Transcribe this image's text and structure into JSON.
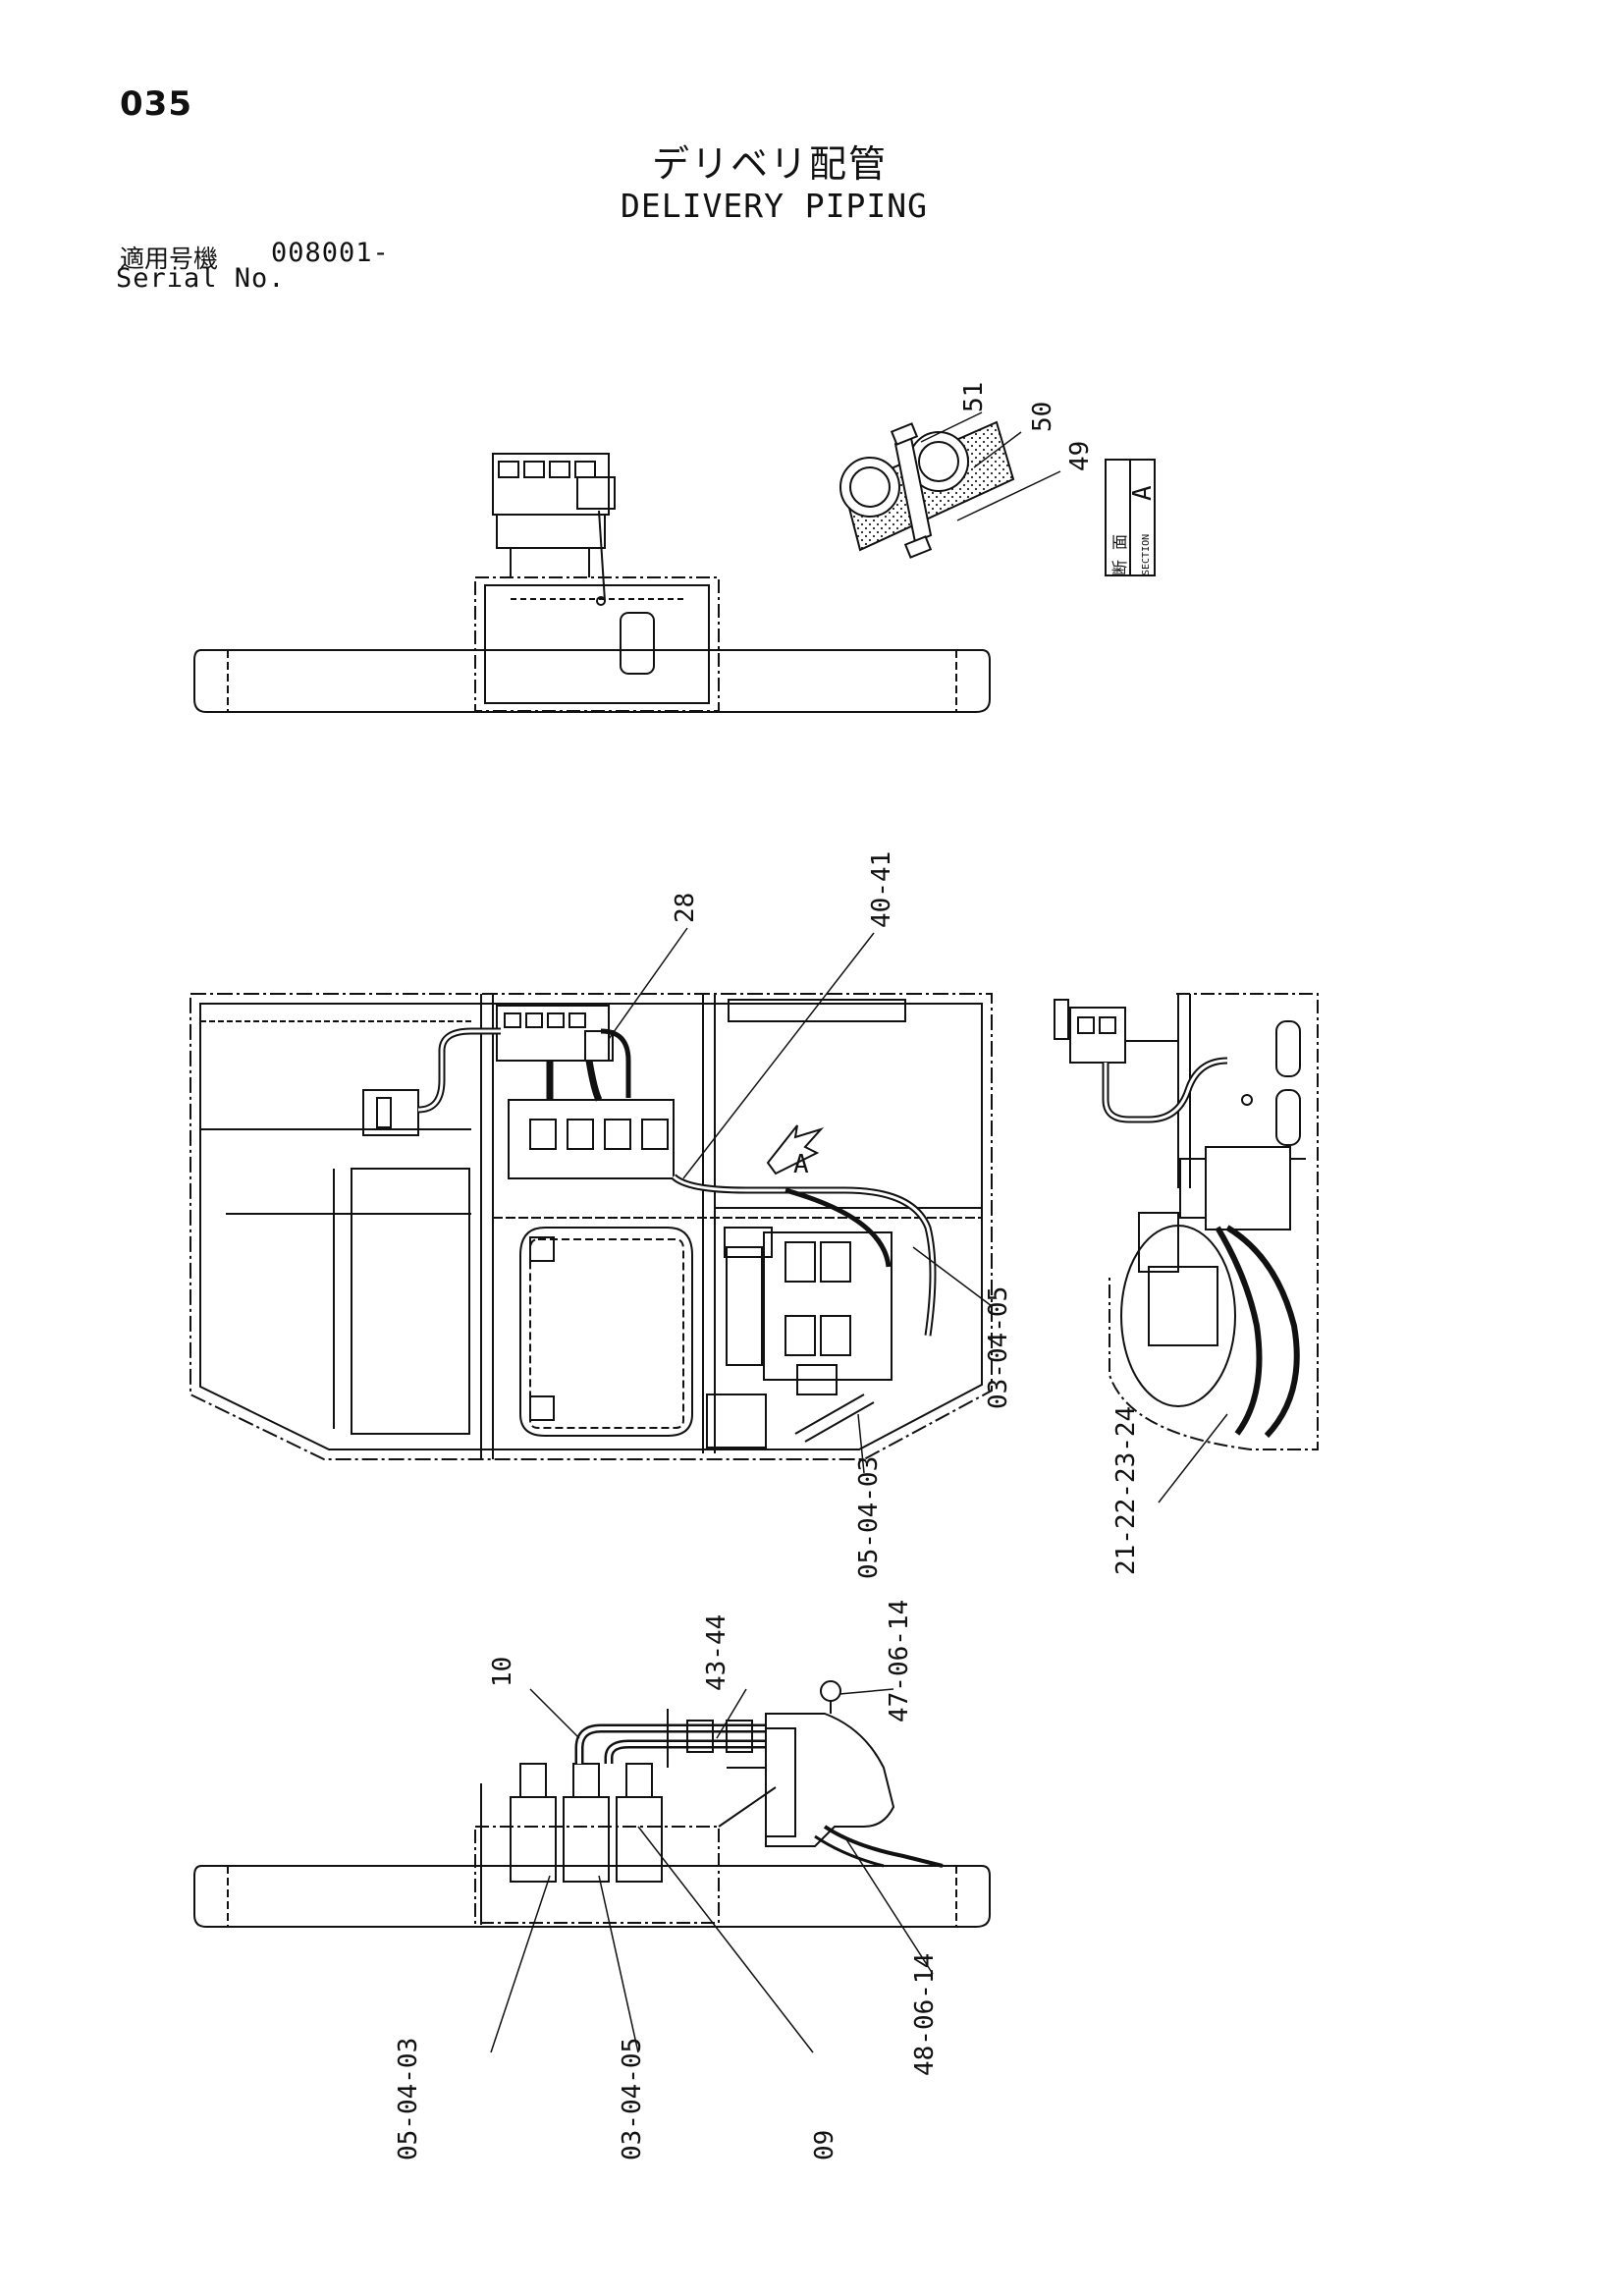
{
  "header": {
    "page_number": "035",
    "title_jp": "デリベリ配管",
    "title_en": "DELIVERY PIPING",
    "serial_label_jp": "適用号機",
    "serial_number": "008001-",
    "serial_label_en": "Serial No."
  },
  "section_box": {
    "label_jp_1": "断",
    "label_jp_2": "面",
    "label_en": "SECTION",
    "letter": "A"
  },
  "view_marker": "A",
  "callouts": {
    "c51": "51",
    "c50": "50",
    "c49": "49",
    "c28": "28",
    "c40_41": "40-41",
    "c03_04_05_right": "03-04-05",
    "c05_04_03_mid": "05-04-03",
    "c21_24": "21-22-23-24",
    "c10": "10",
    "c43_44": "43-44",
    "c47_06_14": "47-06-14",
    "c48_06_14": "48-06-14",
    "c05_04_03_bot": "05-04-03",
    "c03_04_05_bot": "03-04-05",
    "c09": "09"
  }
}
